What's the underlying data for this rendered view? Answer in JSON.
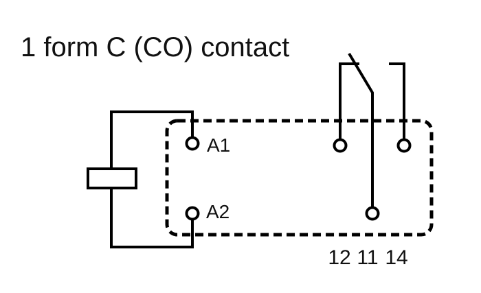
{
  "title": "1 form C (CO) contact",
  "coil_terminals": [
    {
      "label": "A1"
    },
    {
      "label": "A2"
    }
  ],
  "contact_terminals": [
    {
      "label": "12"
    },
    {
      "label": "11"
    },
    {
      "label": "14"
    }
  ],
  "colors": {
    "line": "#000000",
    "background": "#ffffff",
    "text": "#111111"
  }
}
